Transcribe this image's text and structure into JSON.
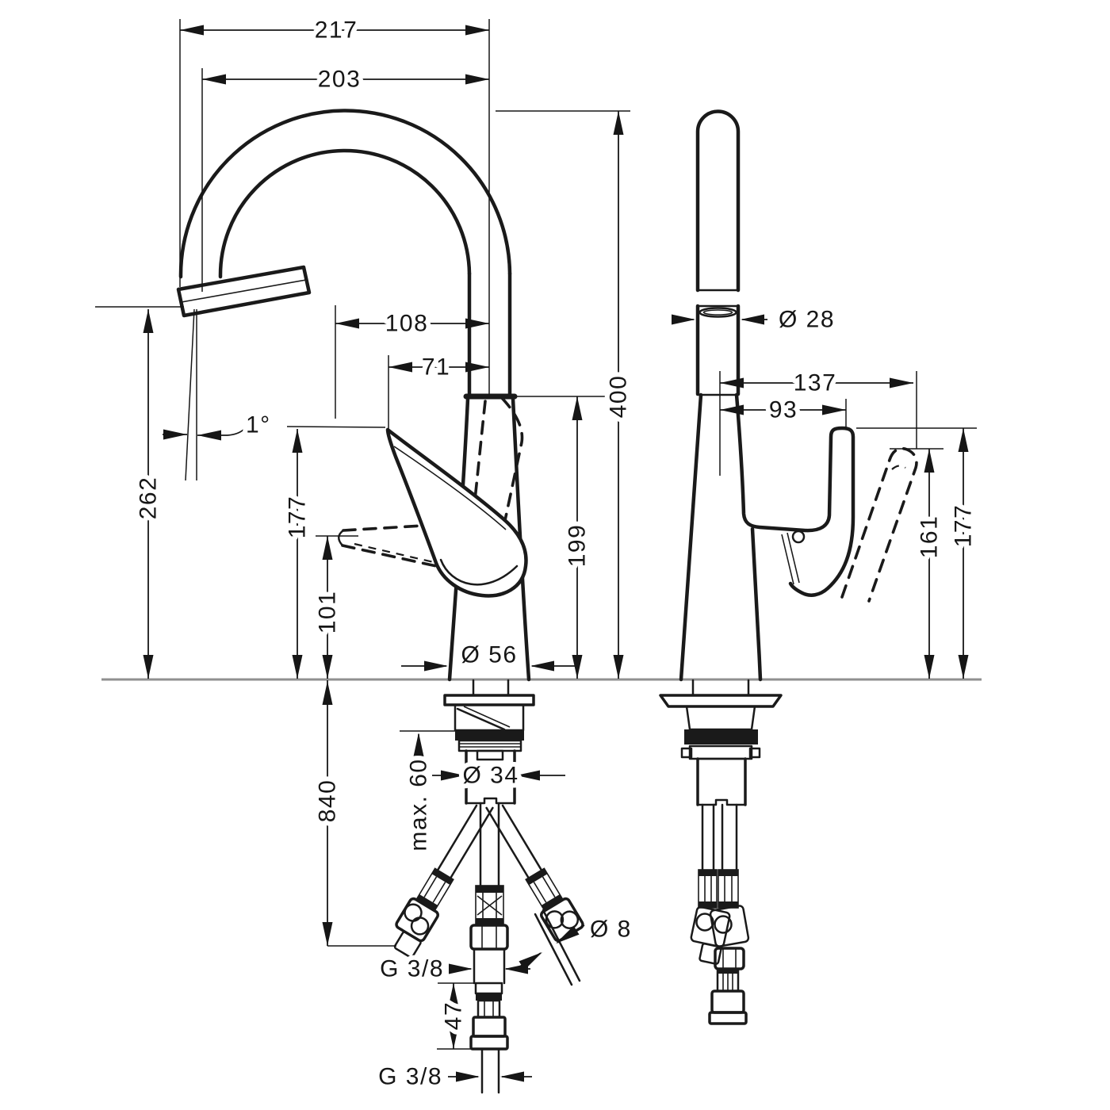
{
  "diagram": {
    "title": "faucet-dimension-drawing",
    "front_view": {
      "d217": "217",
      "d203": "203",
      "d108": "108",
      "d71": "71",
      "angle": "1°",
      "d262": "262",
      "d177": "177",
      "d101": "101",
      "d199": "199",
      "d400": "400",
      "dia56": "Ø 56",
      "d840": "840",
      "max60": "max. 60",
      "dia34": "Ø 34",
      "g38_upper": "G 3/8",
      "dia8": "Ø 8",
      "d47": "47",
      "g38_lower": "G 3/8"
    },
    "side_view": {
      "dia28": "Ø 28",
      "d137": "137",
      "d93": "93",
      "d177": "177",
      "d161": "161"
    }
  },
  "colors": {
    "ink": "#1a1a1a",
    "dim": "#161616",
    "counter_line": "#8f8f8f",
    "background": "#ffffff"
  }
}
